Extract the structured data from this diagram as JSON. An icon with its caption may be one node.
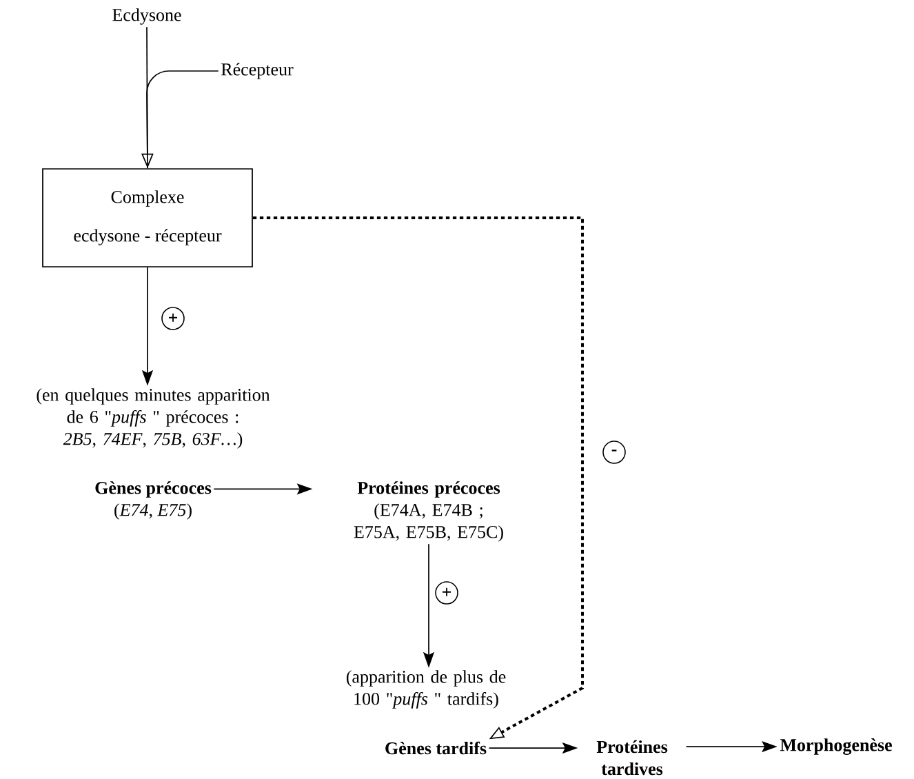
{
  "diagram": {
    "nodes": [
      {
        "text": [
          "Ecdysone"
        ]
      },
      {
        "text": [
          "Récepteur"
        ]
      },
      {
        "text": [
          "Complexe",
          "ecdysone - récepteur"
        ]
      },
      {
        "text": [
          "(en quelques minutes apparition de 6 \"*puffs* \" précoces : *2B5*, *74EF*, *75B*, *63F…*)"
        ]
      },
      {
        "text": [
          "Gènes précoces",
          "(*E74*, *E75*)"
        ]
      },
      {
        "text": [
          "Protéines précoces",
          "(E74A, E74B ; E75A, E75B, E75C)"
        ]
      },
      {
        "text": [
          "(apparition de plus de 100 \"*puffs* \" tardifs)"
        ]
      },
      {
        "text": [
          "Gènes tardifs"
        ]
      },
      {
        "text": [
          "Protéines tardives"
        ]
      },
      {
        "text": [
          "Morphogenèse"
        ]
      }
    ],
    "edges": [
      {
        "from": 0,
        "to": 2,
        "arrow": "to"
      },
      {
        "from": 1,
        "to": 2,
        "arrow": "none"
      },
      {
        "from": 2,
        "to": 3,
        "arrow": "to",
        "label": "+"
      },
      {
        "from": 4,
        "to": 5,
        "arrow": "to"
      },
      {
        "from": 5,
        "to": 6,
        "arrow": "to",
        "label": "+"
      },
      {
        "from": 2,
        "to": 7,
        "arrow": "to",
        "label": "-",
        "style": "dashed"
      },
      {
        "from": 7,
        "to": 8,
        "arrow": "to"
      },
      {
        "from": 8,
        "to": 9,
        "arrow": "to"
      }
    ]
  }
}
